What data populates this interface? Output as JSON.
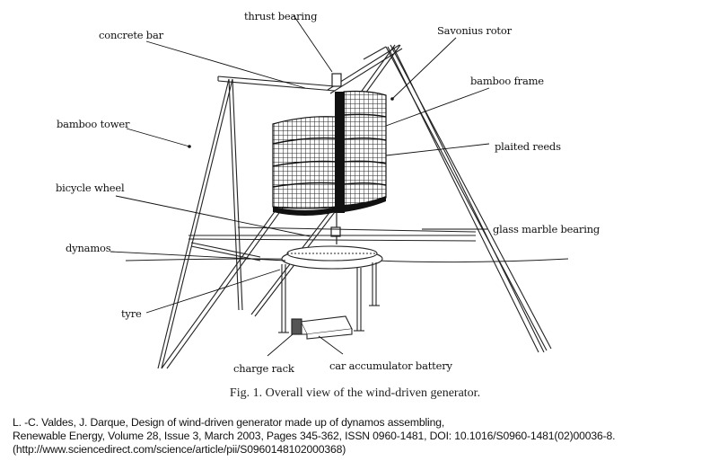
{
  "figure": {
    "labels": {
      "thrust_bearing": "thrust bearing",
      "concrete_bar": "concrete bar",
      "savonius_rotor": "Savonius rotor",
      "bamboo_frame": "bamboo frame",
      "bamboo_tower": "bamboo tower",
      "plaited_reeds": "plaited reeds",
      "bicycle_wheel": "bicycle wheel",
      "glass_marble_bearing": "glass marble bearing",
      "dynamos": "dynamos",
      "tyre": "tyre",
      "charge_rack": "charge rack",
      "car_accumulator_battery": "car accumulator battery"
    },
    "caption": "Fig. 1.   Overall view of the wind-driven generator."
  },
  "citation": {
    "line1": "L. -C. Valdes, J. Darque, Design of wind-driven generator made up of dynamos assembling,",
    "line2": "Renewable Energy, Volume 28, Issue 3, March 2003, Pages 345-362, ISSN 0960-1481, DOI: 10.1016/S0960-1481(02)00036-8.",
    "line3": "(http://www.sciencedirect.com/science/article/pii/S0960148102000368)"
  }
}
